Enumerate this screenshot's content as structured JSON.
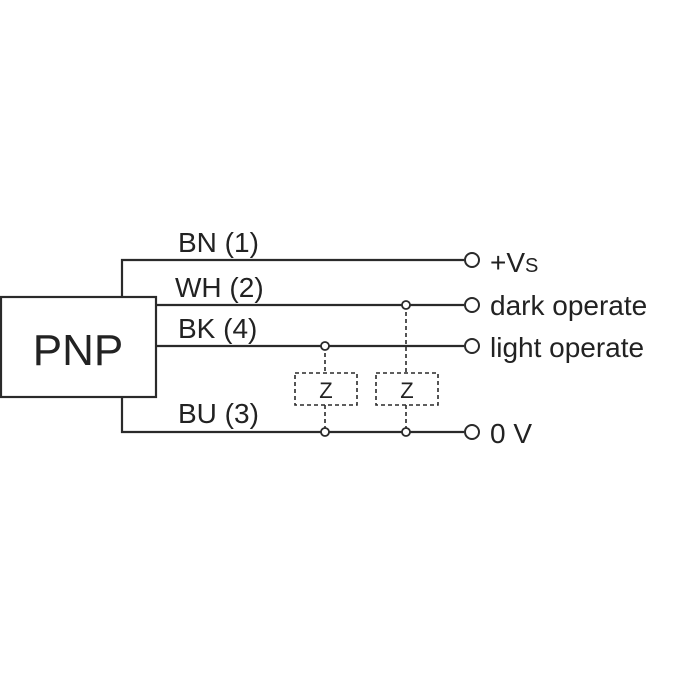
{
  "sensor": {
    "label": "PNP"
  },
  "wires": {
    "bn": {
      "label": "BN (1)",
      "terminal": "+V",
      "terminal_sub": "S"
    },
    "wh": {
      "label": "WH (2)",
      "terminal": "dark operate"
    },
    "bk": {
      "label": "BK (4)",
      "terminal": "light operate"
    },
    "bu": {
      "label": "BU (3)",
      "terminal": "0 V"
    }
  },
  "loads": [
    {
      "label": "Z"
    },
    {
      "label": "Z"
    }
  ]
}
